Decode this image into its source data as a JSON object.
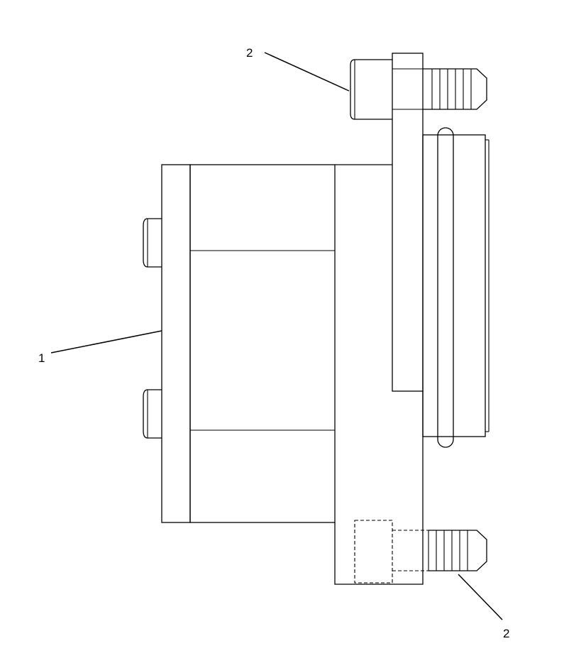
{
  "callouts": [
    {
      "id": "callout-top-bolt",
      "label": "2"
    },
    {
      "id": "callout-housing",
      "label": "1"
    },
    {
      "id": "callout-bottom-bolt",
      "label": "2"
    }
  ],
  "colors": {
    "background": "#ffffff",
    "line": "#000000"
  }
}
